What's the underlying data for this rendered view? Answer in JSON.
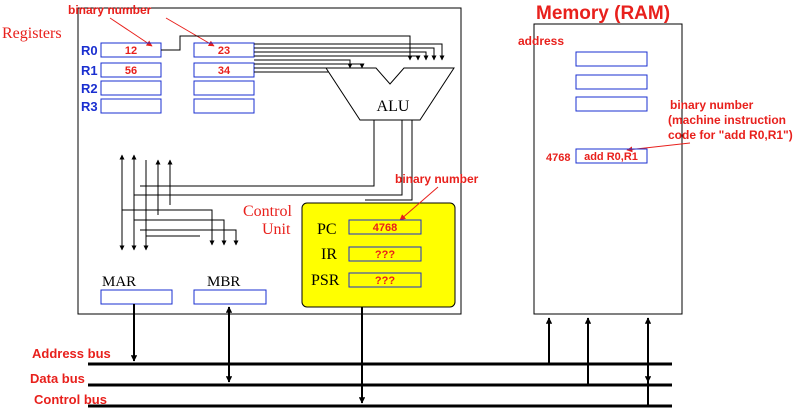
{
  "cpu": {
    "registers_label": "Registers",
    "annotation_binary_top": "binary number",
    "registers": [
      {
        "name": "R0",
        "value": "12",
        "value2": "23"
      },
      {
        "name": "R1",
        "value": "56",
        "value2": "34"
      },
      {
        "name": "R2",
        "value": "",
        "value2": ""
      },
      {
        "name": "R3",
        "value": "",
        "value2": ""
      }
    ],
    "alu_label": "ALU",
    "control_unit_label_line1": "Control",
    "control_unit_label_line2": "Unit",
    "annotation_binary_cu": "binary number",
    "control_registers": [
      {
        "name": "PC",
        "value": "4768"
      },
      {
        "name": "IR",
        "value": "???"
      },
      {
        "name": "PSR",
        "value": "???"
      }
    ],
    "mar_label": "MAR",
    "mbr_label": "MBR",
    "colors": {
      "highlight": "#ffff00",
      "text_red": "#e8201c",
      "text_blue": "#1a2fd0"
    }
  },
  "memory": {
    "title": "Memory (RAM)",
    "address_label": "address",
    "annotation_line1": "binary number",
    "annotation_line2": "(machine instruction",
    "annotation_line3": "code for \"add R0,R1\")",
    "entry_address": "4768",
    "entry_value": "add R0,R1"
  },
  "buses": {
    "address": "Address bus",
    "data": "Data bus",
    "control": "Control bus"
  }
}
